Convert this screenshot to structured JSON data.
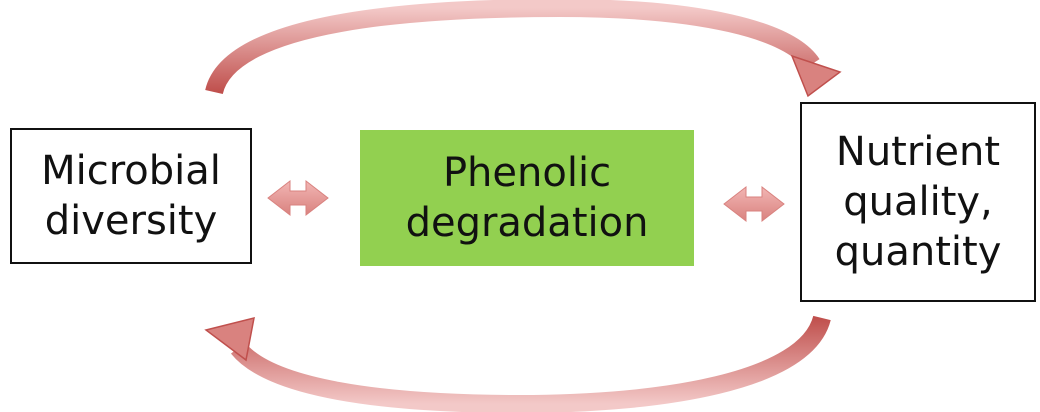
{
  "diagram": {
    "nodes": {
      "left": {
        "lines": [
          "Microbial",
          "diversity"
        ]
      },
      "center": {
        "lines": [
          "Phenolic",
          "degradation"
        ],
        "fill": "#92d050"
      },
      "right": {
        "lines": [
          "Nutrient",
          "quality,",
          "quantity"
        ]
      }
    },
    "connectors": [
      {
        "from": "left",
        "to": "center",
        "kind": "bidirectional"
      },
      {
        "from": "center",
        "to": "right",
        "kind": "bidirectional"
      },
      {
        "from": "left",
        "to": "right",
        "kind": "curved-top"
      },
      {
        "from": "right",
        "to": "left",
        "kind": "curved-bottom"
      }
    ],
    "colors": {
      "arrow": "#e8a3a1",
      "arrow_dark": "#c0504d",
      "border": "#111111",
      "center_fill": "#92d050"
    }
  }
}
